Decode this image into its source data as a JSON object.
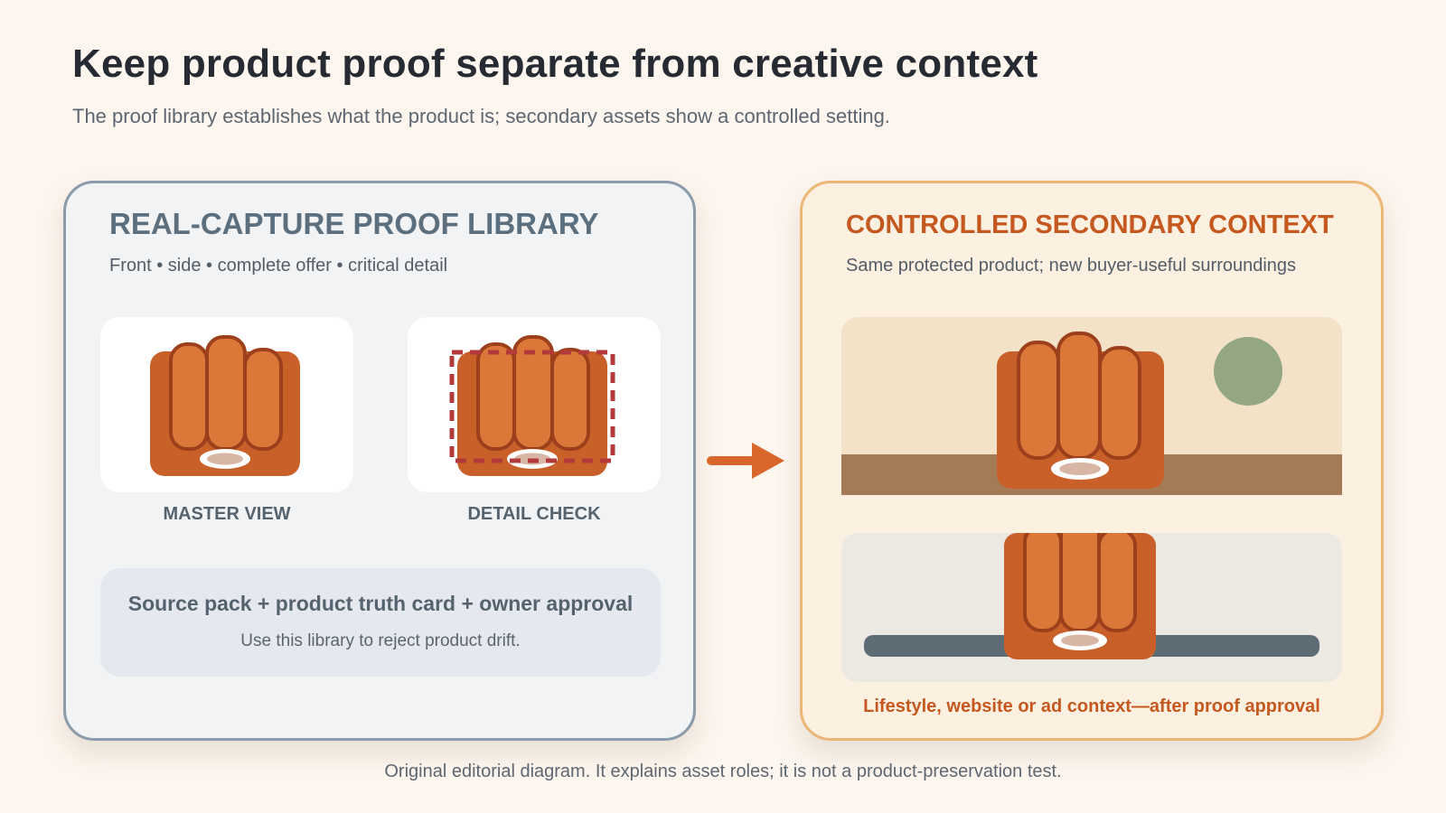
{
  "header": {
    "title": "Keep product proof separate from creative context",
    "subtitle": "The proof library establishes what the product is; secondary assets show a controlled setting."
  },
  "proof_library": {
    "title": "REAL-CAPTURE PROOF LIBRARY",
    "subtitle": "Front • side • complete offer • critical detail",
    "cards": [
      {
        "label": "MASTER VIEW",
        "icon": "product-icon"
      },
      {
        "label": "DETAIL CHECK",
        "icon": "product-detail-check-icon"
      }
    ],
    "source_box": {
      "title": "Source pack + product truth card + owner approval",
      "note": "Use this library to reject product drift."
    }
  },
  "secondary_context": {
    "title": "CONTROLLED SECONDARY CONTEXT",
    "subtitle": "Same protected product; new buyer-useful surroundings",
    "note": "Lifestyle, website or ad context—after proof approval"
  },
  "footer": {
    "text": "Original editorial diagram. It explains asset roles; it is not a product-preservation test."
  },
  "colors": {
    "background": "#fdf6ee",
    "product": "#c9602a",
    "product_highlight": "#dc773a",
    "product_outline": "#9c3f1b",
    "accent": "#c4581f",
    "detail_frame": "#b23a3a",
    "scene_sun": "#93a882",
    "scene_table": "#a57b55",
    "scene_rail": "#5d6b75"
  }
}
